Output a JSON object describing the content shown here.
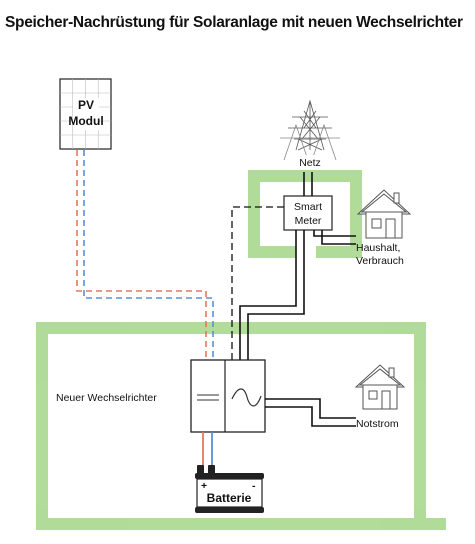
{
  "title": "Speicher-Nachrüstung für Solaranlage mit neuen Wechselrichter",
  "pv": {
    "line1": "PV",
    "line2": "Modul"
  },
  "netz": "Netz",
  "smart_meter": {
    "line1": "Smart",
    "line2": "Meter"
  },
  "haushalt": {
    "line1": "Haushalt,",
    "line2": "Verbrauch"
  },
  "wechselrichter": "Neuer Wechselrichter",
  "notstrom": "Notstrom",
  "batterie": {
    "label": "Batterie",
    "plus": "+",
    "minus": "-"
  },
  "colors": {
    "green": "#a9d88f",
    "dc_red": "#e07a5f",
    "dc_blue": "#5b8fd6",
    "ac": "#111111"
  },
  "icons": [
    "solar-panel-icon",
    "power-tower-icon",
    "house-icon",
    "house-icon",
    "battery-icon",
    "inverter-icon"
  ]
}
